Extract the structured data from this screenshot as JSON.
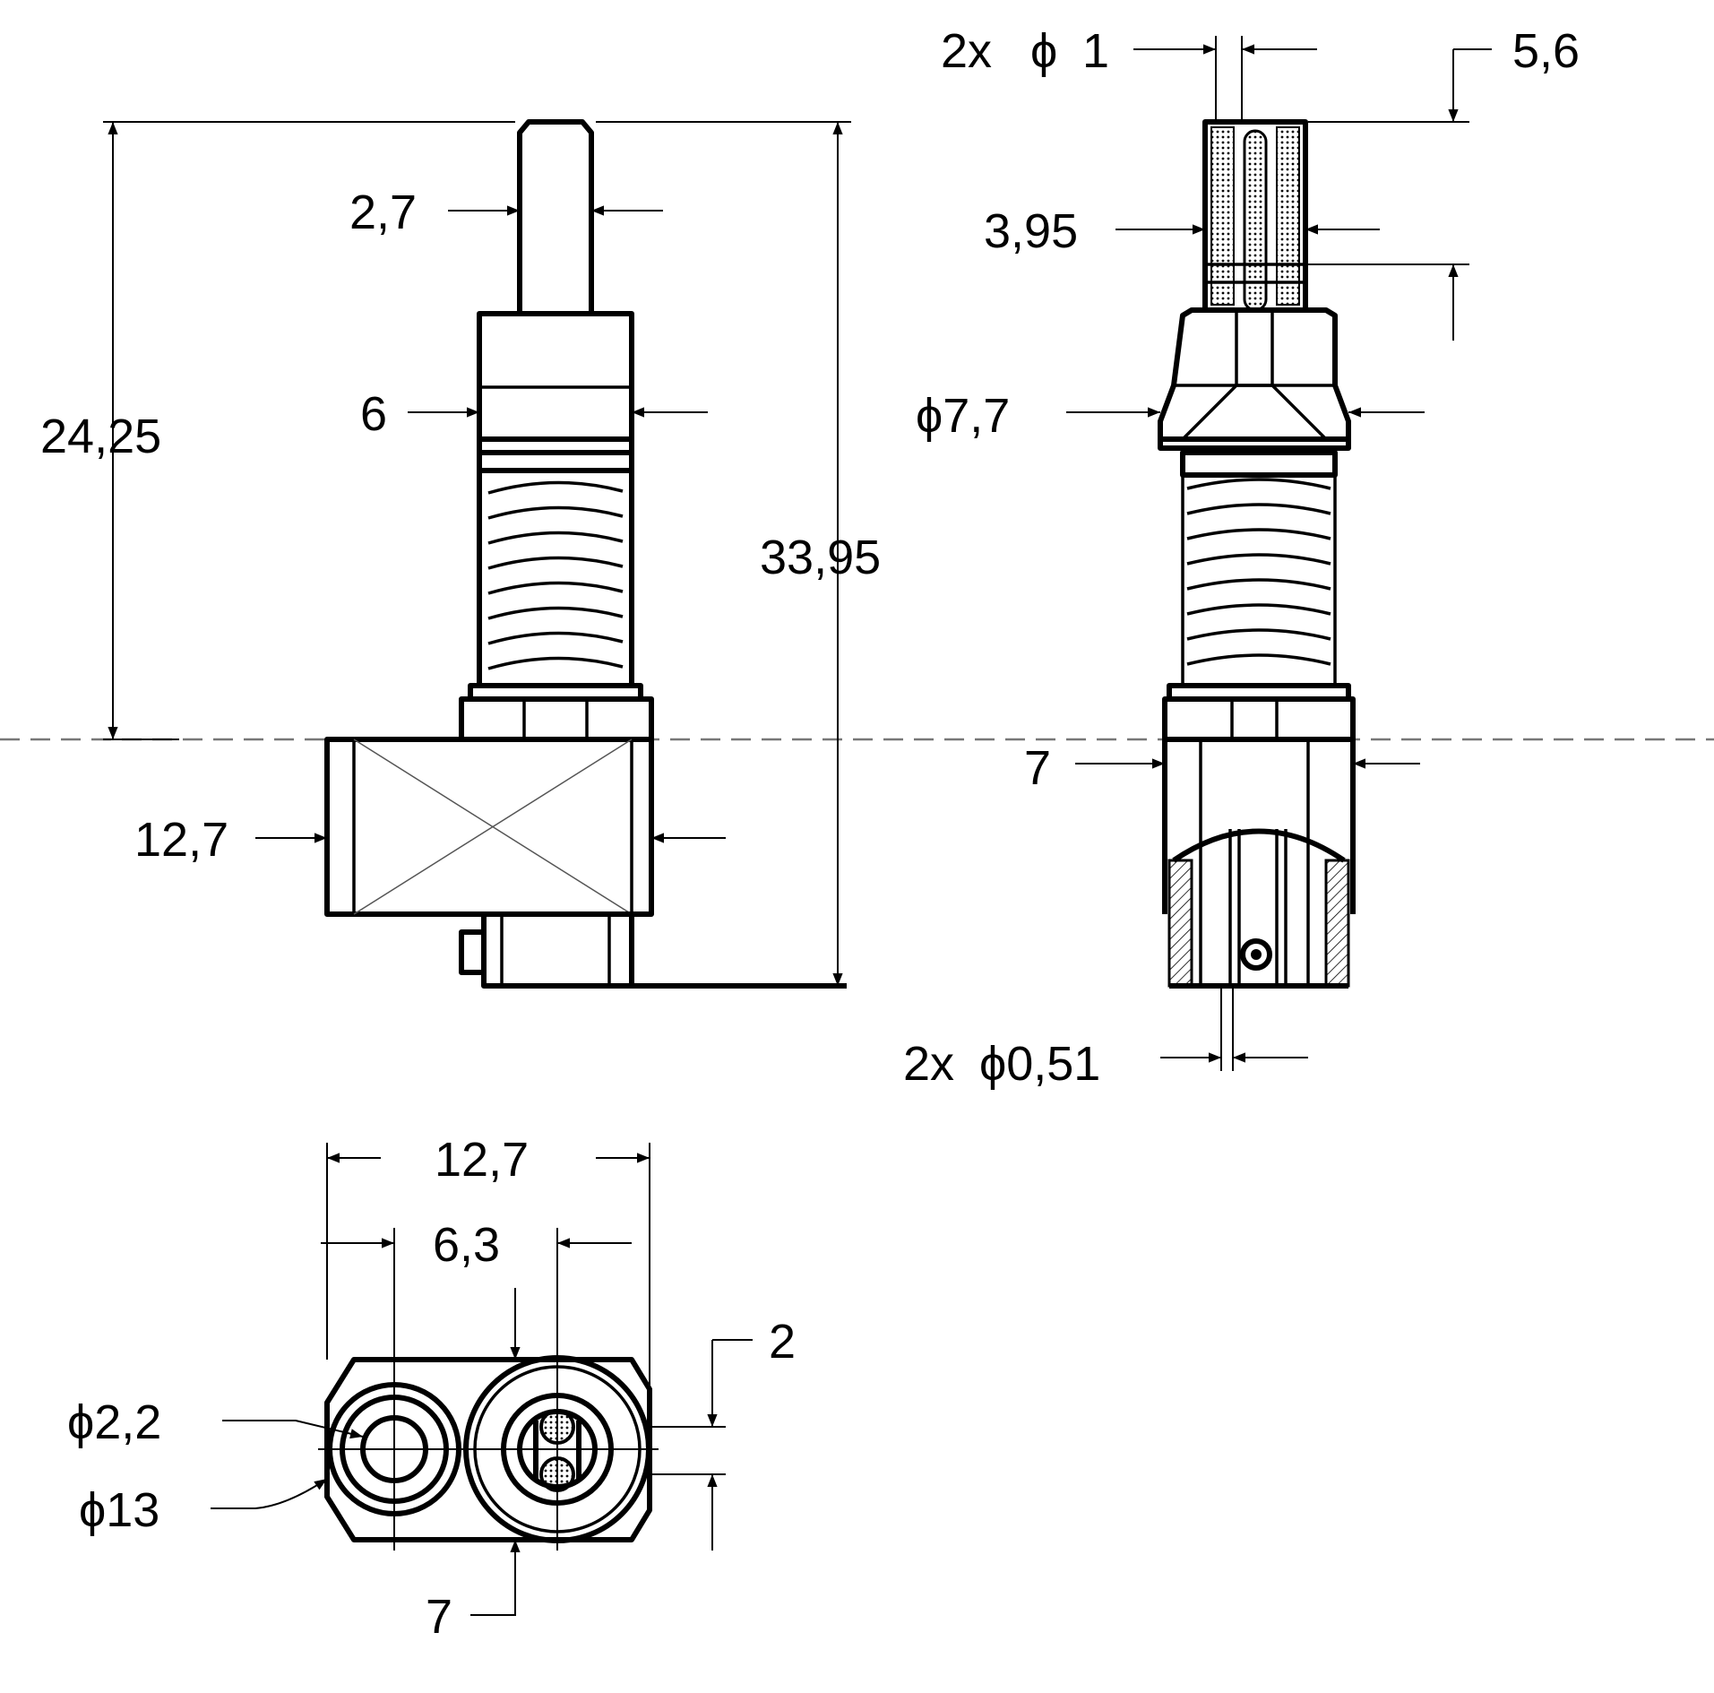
{
  "colors": {
    "line": "#000000",
    "background": "#ffffff",
    "centerline": "#777777",
    "cross": "#999999"
  },
  "dimensions": {
    "pin_width": "2,7",
    "height_to_center": "24,25",
    "collar_width": "6",
    "overall_height": "33,95",
    "body_width_side": "12,7",
    "pin_count_dia": "2x",
    "pin_dia_symbol": "ϕ",
    "pin_dia_value": "1",
    "top_offset": "5,6",
    "socket_width": "3,95",
    "flange_dia": "ϕ7,7",
    "lower_body_width": "7",
    "lead_count": "2x",
    "lead_dia": "ϕ0,51",
    "bottom_width": "12,7",
    "pitch": "6,3",
    "offset_right": "2",
    "hole_dia": "ϕ2,2",
    "outer_dia": "ϕ13",
    "bottom_dim_7": "7"
  }
}
